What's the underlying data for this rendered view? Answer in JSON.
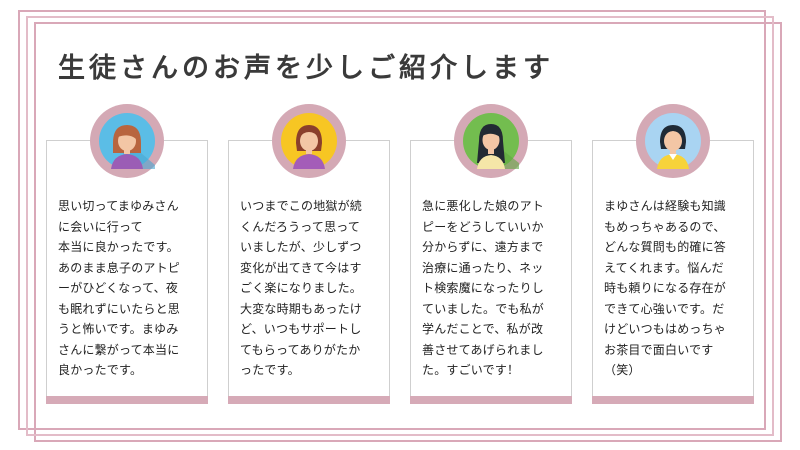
{
  "title": "生徒さんのお声を少しご紹介します",
  "colors": {
    "frame": "#d9a8b8",
    "avatar_ring": "#d4a9b5",
    "card_bar": "#d6aab7",
    "title_text": "#3a3a3a"
  },
  "testimonials": [
    {
      "avatar": "woman-brown-hair-icon",
      "avatar_bg": "#5bbde6",
      "text": "思い切ってまゆみさん\nに会いに行って\n本当に良かったです。\nあのまま息子のアトピ\nーがひどくなって、夜\nも眠れずにいたらと思\nうと怖いです。まゆみ\nさんに繋がって本当に\n良かったです。"
    },
    {
      "avatar": "woman-purple-shirt-icon",
      "avatar_bg": "#f7c623",
      "text": "いつまでこの地獄が続\nくんだろうって思って\nいましたが、少しずつ\n変化が出てきて今はす\nごく楽になりました。\n大変な時期もあったけ\nど、いつもサポートし\nてもらってありがたか\nったです。"
    },
    {
      "avatar": "woman-long-hair-icon",
      "avatar_bg": "#73bd4f",
      "text": "急に悪化した娘のアト\nピーをどうしていいか\n分からずに、遠方まで\n治療に通ったり、ネッ\nト検索魔になったりし\nていました。でも私が\n学んだことで、私が改\n善させてあげられまし\nた。すごいです！"
    },
    {
      "avatar": "woman-yellow-shirt-icon",
      "avatar_bg": "#a9d4f2",
      "text": "まゆさんは経験も知識\nもめっちゃあるので、\nどんな質問も的確に答\nえてくれます。悩んだ\n時も頼りになる存在が\nできて心強いです。だ\nけどいつもはめっちゃ\nお茶目で面白いです\n（笑）"
    }
  ]
}
